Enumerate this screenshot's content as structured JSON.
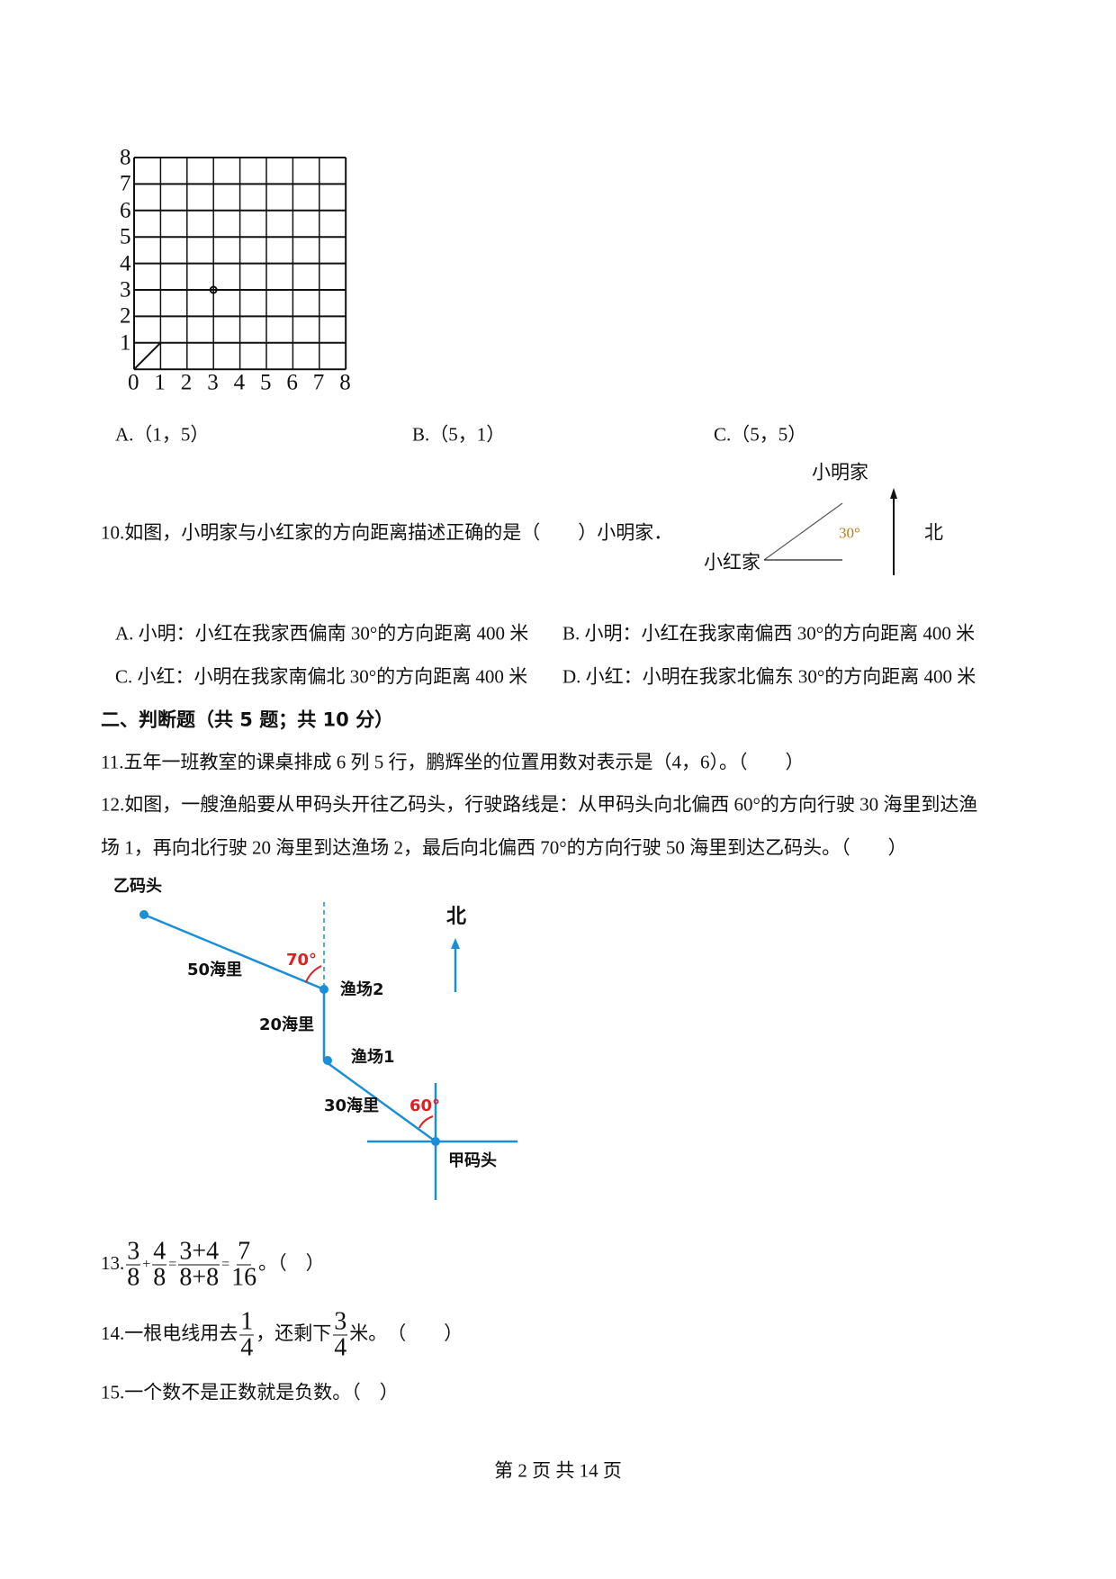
{
  "q9": {
    "grid": {
      "x_ticks": [
        "0",
        "1",
        "2",
        "3",
        "4",
        "5",
        "6",
        "7",
        "8"
      ],
      "y_ticks": [
        "1",
        "2",
        "3",
        "4",
        "5",
        "6",
        "7",
        "8"
      ],
      "point": [
        3,
        3
      ]
    },
    "options": [
      "A.（1，5）",
      "B.（5，1）",
      "C.（5，5）"
    ]
  },
  "q10": {
    "text": "10.如图，小明家与小红家的方向距离描述正确的是（　　）小明家．",
    "diagram": {
      "top_label": "小明家",
      "left_label": "小红家",
      "angle": "30°",
      "north": "北"
    },
    "options": [
      "A. 小明：小红在我家西偏南 30°的方向距离 400 米",
      "B. 小明：小红在我家南偏西 30°的方向距离 400 米",
      "C. 小红：小明在我家南偏北 30°的方向距离 400 米",
      "D. 小红：小明在我家北偏东 30°的方向距离 400 米"
    ]
  },
  "section2": "二、判断题（共 5 题；共 10 分）",
  "q11": "11.五年一班教室的课桌排成 6 列 5 行，鹏辉坐的位置用数对表示是（4，6）。（　　）",
  "q12": {
    "line1": "12.如图，一艘渔船要从甲码头开往乙码头，行驶路线是：从甲码头向北偏西 60°的方向行驶 30 海里到达渔",
    "line2": "场 1，再向北行驶 20 海里到达渔场 2，最后向北偏西 70°的方向行驶 50 海里到达乙码头。（　　）",
    "diagram": {
      "yi": "乙码头",
      "jia": "甲码头",
      "f1": "渔场1",
      "f2": "渔场2",
      "d50": "50海里",
      "d20": "20海里",
      "d30": "30海里",
      "a70": "70°",
      "a60": "60°",
      "north": "北",
      "line_color": "#1a8fd8",
      "angle_color": "#e02020"
    }
  },
  "q13": {
    "num": "13.",
    "f1n": "3",
    "f1d": "8",
    "plus": "+",
    "f2n": "4",
    "f2d": "8",
    "eq": "=",
    "f3n": "3+4",
    "f3d": "8+8",
    "eq2": "=",
    "f4n": "7",
    "f4d": "16",
    "tail": "。（　）"
  },
  "q14": {
    "pre": "14.一根电线用去",
    "f1n": "1",
    "f1d": "4",
    "mid": "，还剩下",
    "f2n": "3",
    "f2d": "4",
    "tail": "米。　（　　）"
  },
  "q15": "15.一个数不是正数就是负数。（　）",
  "footer": "第 2 页 共 14 页"
}
